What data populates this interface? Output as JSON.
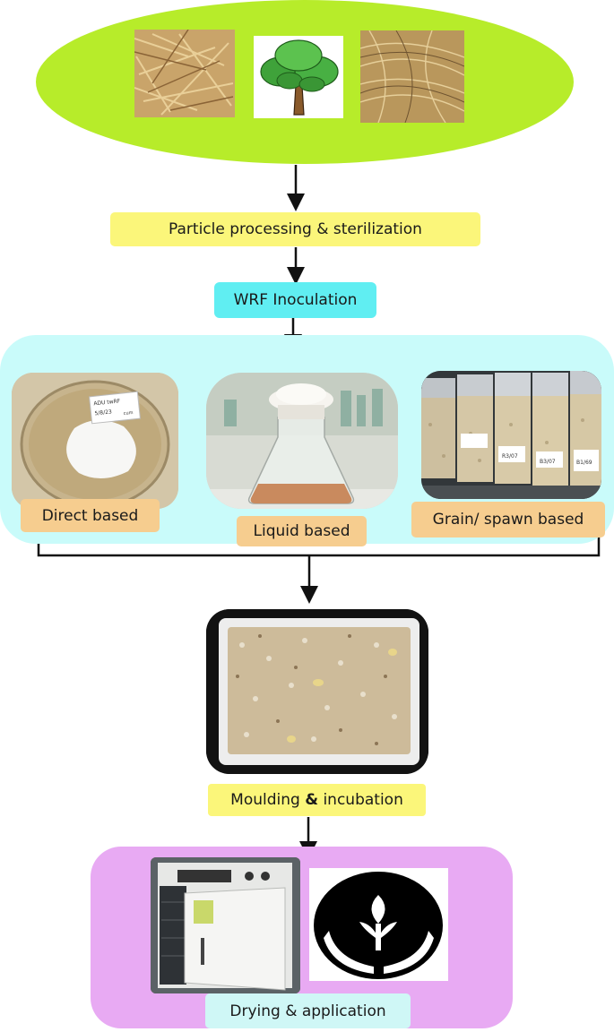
{
  "steps": {
    "processing": "Particle processing & sterilization",
    "inoculation": "WRF Inoculation",
    "moulding_pre": "Moulding ",
    "moulding_amp": "&",
    "moulding_post": " incubation",
    "drying": "Drying & application"
  },
  "methods": {
    "direct": "Direct based",
    "liquid": "Liquid based",
    "grain": "Grain/ spawn based"
  },
  "petri_label": {
    "line1": "ADU twRF",
    "line2": "5/8/23",
    "line3": "cum"
  },
  "jar_labels": [
    "",
    "",
    "R3/07",
    "B3/07",
    "B1/69"
  ],
  "colors": {
    "ellipse": "#b7ec2a",
    "yellow_box": "#fbf67a",
    "cyan_box": "#60eef2",
    "inoc_panel": "#c9fbfa",
    "orange_box": "#f6cd8f",
    "purple_panel": "#e8aaf3",
    "drying_box": "#cff7f6"
  }
}
